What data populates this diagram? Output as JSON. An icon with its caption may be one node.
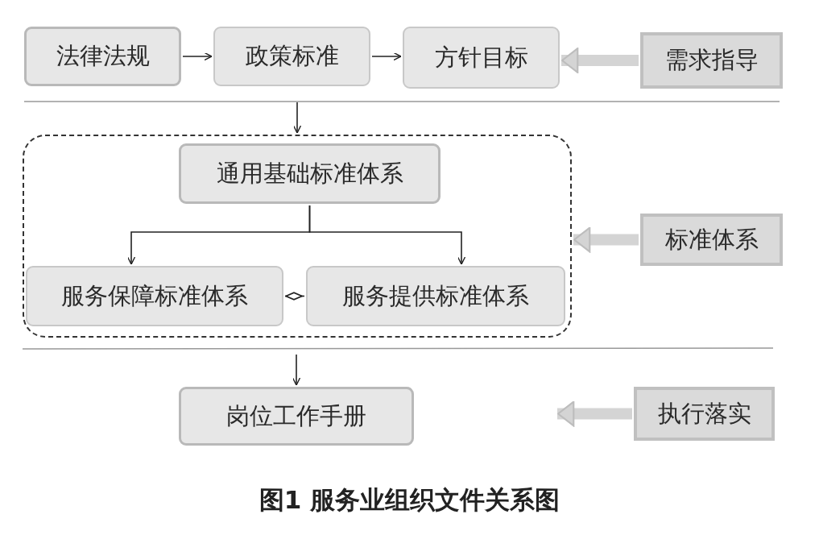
{
  "diagram": {
    "caption": "图1 服务业组织文件关系图",
    "nodes": [
      {
        "text": [
          "法律法规"
        ]
      },
      {
        "text": [
          "政策标准"
        ]
      },
      {
        "text": [
          "方针目标"
        ]
      },
      {
        "text": [
          "需求指导"
        ]
      },
      {
        "text": [],
        "shape": "box"
      },
      {
        "text": [
          "通用基础标准体系"
        ],
        "in": 4
      },
      {
        "text": [
          "服务保障标准体系"
        ],
        "in": 4
      },
      {
        "text": [
          "服务提供标准体系"
        ],
        "in": 4
      },
      {
        "text": [
          "标准体系"
        ]
      },
      {
        "text": [
          "岗位工作手册"
        ]
      },
      {
        "text": [
          "执行落实"
        ]
      }
    ],
    "edges": [
      {
        "from": 0,
        "to": 1,
        "arrow": "to"
      },
      {
        "from": 1,
        "to": 2,
        "arrow": "to"
      },
      {
        "from": 3,
        "to": 2,
        "arrow": "to",
        "style": "thick",
        "color": "#d4d4d4"
      },
      {
        "from": null,
        "to": 4,
        "arrow": "to"
      },
      {
        "from": 5,
        "to": 6,
        "arrow": "to"
      },
      {
        "from": 5,
        "to": 7,
        "arrow": "to"
      },
      {
        "from": 6,
        "to": 7,
        "arrow": "other"
      },
      {
        "from": 8,
        "to": 4,
        "arrow": "to",
        "style": "thick",
        "color": "#d4d4d4"
      },
      {
        "from": null,
        "to": 9,
        "arrow": "to"
      },
      {
        "from": 10,
        "to": null,
        "arrow": "to",
        "style": "thick",
        "color": "#d4d4d4"
      }
    ]
  }
}
